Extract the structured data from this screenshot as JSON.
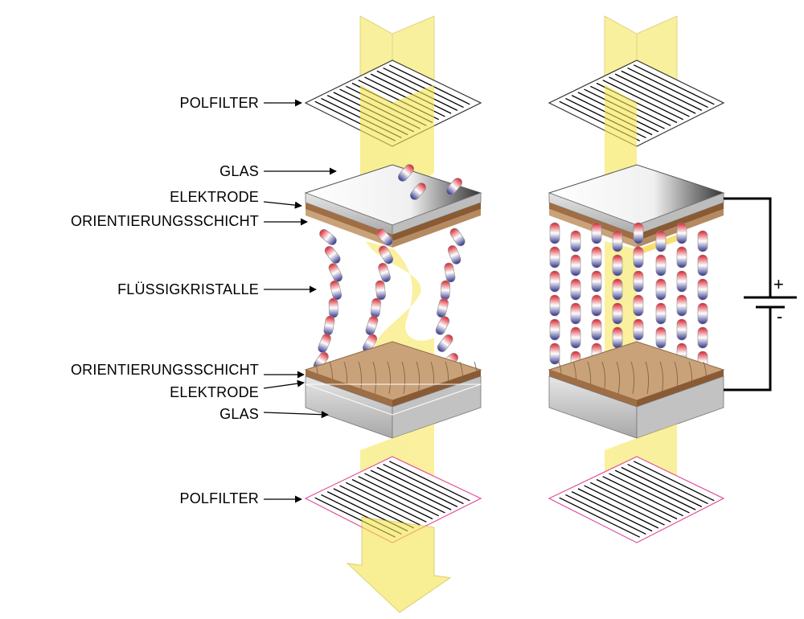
{
  "labels": {
    "polfilter_top": "POLFILTER",
    "glas_top": "GLAS",
    "elektrode_top": "ELEKTRODE",
    "orientierung_top": "ORIENTIERUNGSSCHICHT",
    "fluessigkristalle": "FLÜSSIGKRISTALLE",
    "orientierung_bottom": "ORIENTIERUNGSSCHICHT",
    "elektrode_bottom": "ELEKTRODE",
    "glas_bottom": "GLAS",
    "polfilter_bottom": "POLFILTER"
  },
  "battery": {
    "plus": "+",
    "minus": "-"
  },
  "colors": {
    "light_beam": "#f5e44e",
    "glass_face": "#ffffff",
    "glass_side": "#c8c8c8",
    "electrode": "#b8845a",
    "electrode_dark": "#8a5a33",
    "orientation_layer": "#c9a27a",
    "molecule_red": "#d8202a",
    "molecule_blue": "#30308a",
    "filter_line": "#000000",
    "filter_border_bottom": "#e0509a"
  }
}
